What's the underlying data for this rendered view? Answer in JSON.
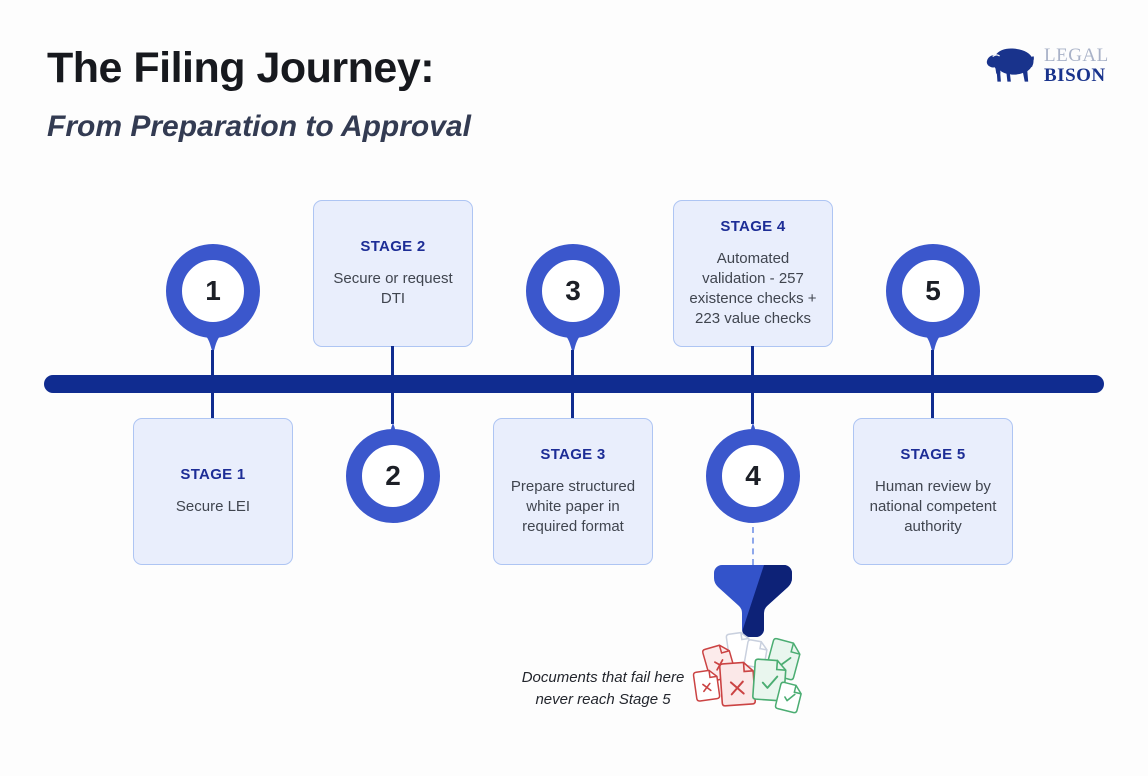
{
  "header": {
    "title": "The Filing Journey:",
    "subtitle": "From Preparation to Approval"
  },
  "logo": {
    "word1": "LEGAL",
    "word2": "BISON",
    "icon": "bison-icon"
  },
  "stages": [
    {
      "number": "1",
      "label": "STAGE 1",
      "description": "Secure LEI",
      "box_position": "below-line",
      "marker_position": "above-line"
    },
    {
      "number": "2",
      "label": "STAGE 2",
      "description": "Secure or request DTI",
      "box_position": "above-line",
      "marker_position": "below-line"
    },
    {
      "number": "3",
      "label": "STAGE 3",
      "description": "Prepare structured white paper in required format",
      "box_position": "below-line",
      "marker_position": "above-line"
    },
    {
      "number": "4",
      "label": "STAGE 4",
      "description": "Automated validation - 257 existence checks + 223 value checks",
      "box_position": "above-line",
      "marker_position": "below-line"
    },
    {
      "number": "5",
      "label": "STAGE 5",
      "description": "Human review by national competent authority",
      "box_position": "below-line",
      "marker_position": "above-line"
    }
  ],
  "funnel_note": {
    "line1": "Documents that fail here",
    "line2": "never reach Stage 5"
  },
  "icons": {
    "funnel": "funnel-icon",
    "failed_documents": "failed-document-icon",
    "passed_documents": "passed-document-icon",
    "pending_documents": "pending-document-icon"
  },
  "colors": {
    "timeline_navy": "#102c90",
    "marker_blue": "#3b57cc",
    "card_background": "#e9eefc",
    "card_border": "#aec5f3",
    "stage_label_blue": "#1d2d96",
    "funnel_light": "#3353ca",
    "funnel_dark": "#0d2277",
    "fail_red": "#cb4343",
    "pass_green": "#4bad72",
    "title_black": "#17191e",
    "subtitle_slate": "#333b52"
  }
}
